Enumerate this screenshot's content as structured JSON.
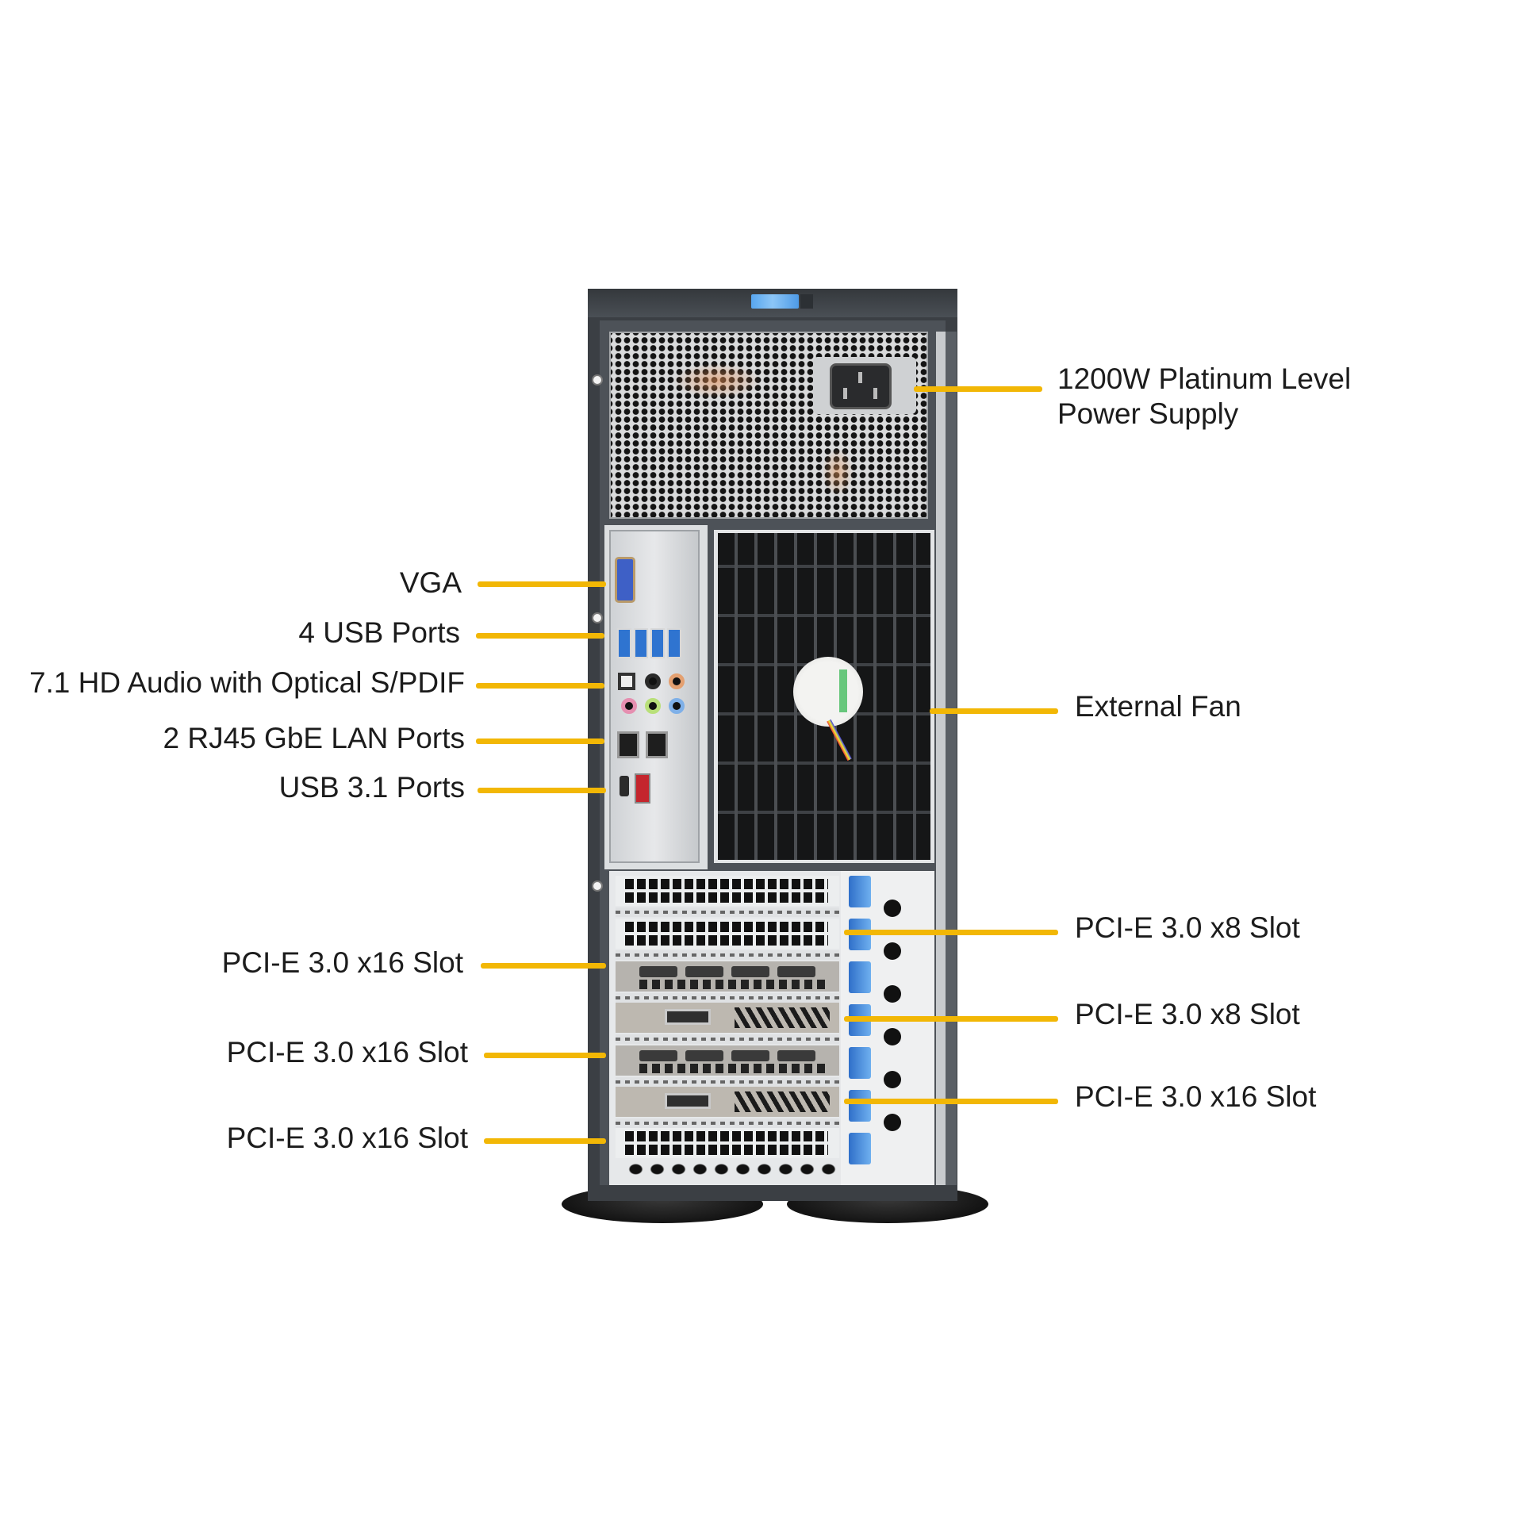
{
  "diagram": {
    "subject": "Tower server chassis rear view",
    "accent_color": "#f2b705",
    "callouts_right": [
      {
        "id": "psu",
        "lines": [
          "1200W Platinum Level",
          "Power Supply"
        ]
      },
      {
        "id": "fan",
        "lines": [
          "External Fan"
        ]
      },
      {
        "id": "pcie-r1",
        "lines": [
          "PCI-E 3.0 x8 Slot"
        ]
      },
      {
        "id": "pcie-r2",
        "lines": [
          "PCI-E 3.0 x8 Slot"
        ]
      },
      {
        "id": "pcie-r3",
        "lines": [
          "PCI-E 3.0 x16 Slot"
        ]
      }
    ],
    "callouts_left": [
      {
        "id": "vga",
        "lines": [
          "VGA"
        ]
      },
      {
        "id": "usb",
        "lines": [
          "4 USB Ports"
        ]
      },
      {
        "id": "audio",
        "lines": [
          "7.1 HD Audio with Optical S/PDIF"
        ]
      },
      {
        "id": "lan",
        "lines": [
          "2 RJ45 GbE LAN Ports"
        ]
      },
      {
        "id": "usb31",
        "lines": [
          "USB 3.1 Ports"
        ]
      },
      {
        "id": "pcie-l1",
        "lines": [
          "PCI-E 3.0 x16 Slot"
        ]
      },
      {
        "id": "pcie-l2",
        "lines": [
          "PCI-E 3.0 x16 Slot"
        ]
      },
      {
        "id": "pcie-l3",
        "lines": [
          "PCI-E 3.0 x16 Slot"
        ]
      }
    ],
    "components": {
      "usb_ports_count": 4,
      "lan_ports_count": 2,
      "audio_jacks": [
        "black",
        "orange",
        "pink",
        "lime",
        "blue"
      ],
      "expansion_slots_visible": 7
    }
  }
}
